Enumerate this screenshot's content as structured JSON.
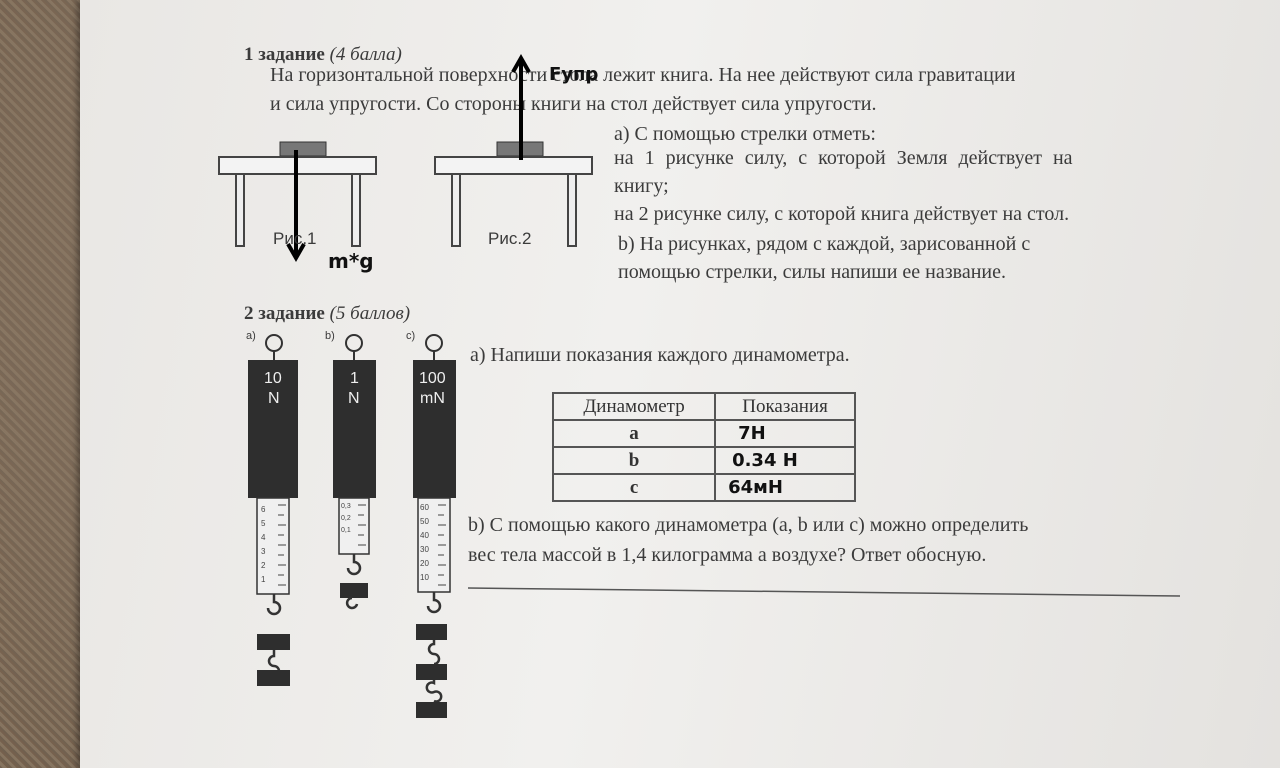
{
  "task1": {
    "heading": "1 задание",
    "points": "(4 балла)",
    "line1": "На горизонтальной поверхности стола лежит книга. На нее действуют сила гравитации",
    "line2": "и сила упругости. Со стороны книги на стол действует сила упругости.",
    "qa_line1": "a)  С помощью стрелки отметь:",
    "qa_line2": "на 1 рисунке силу, с которой Земля действует на",
    "qa_line3": "книгу;",
    "qa_line4": "на 2 рисунке силу, с которой книга действует на стол.",
    "qb_line1": "b) На рисунках, рядом с каждой, зарисованной с",
    "qb_line2": "помощью стрелки, силы напиши ее название.",
    "fig1_label": "Рис.1",
    "fig2_label": "Рис.2",
    "answer_force1": "m*g",
    "answer_force2": "Fупр"
  },
  "task2": {
    "heading": "2 задание",
    "points": "(5 баллов)",
    "qa": "a) Напиши показания каждого динамометра.",
    "qb_line1": "b) С помощью какого динамометра (a, b или c) можно определить",
    "qb_line2": "вес тела массой в 1,4 килограмма а воздухе? Ответ обосную.",
    "dynamometers": [
      {
        "letter": "a)",
        "range_top": "10",
        "range_unit": "N",
        "scale": [
          "6",
          "5",
          "4",
          "3",
          "2",
          "1"
        ]
      },
      {
        "letter": "b)",
        "range_top": "1",
        "range_unit": "N",
        "scale": [
          "0,3",
          "0,2",
          "0,1"
        ]
      },
      {
        "letter": "c)",
        "range_top": "100",
        "range_unit": "mN",
        "scale": [
          "60",
          "50",
          "40",
          "30",
          "20",
          "10"
        ]
      }
    ],
    "table": {
      "headers": [
        "Динамометр",
        "Показания"
      ],
      "rows": [
        {
          "key": "a",
          "answer": "7Н"
        },
        {
          "key": "b",
          "answer": "0.34 Н"
        },
        {
          "key": "c",
          "answer": "64мН"
        }
      ]
    }
  }
}
